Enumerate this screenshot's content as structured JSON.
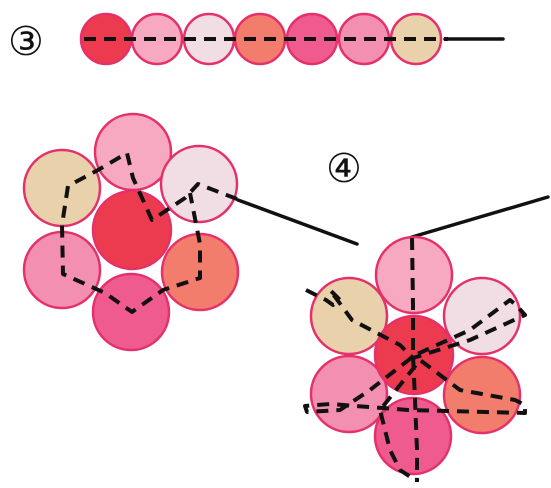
{
  "steps": {
    "step3": {
      "label": "③"
    },
    "step4": {
      "label": "④"
    }
  },
  "colors": {
    "red": "#ec3b4e",
    "light_pink": "#f6a9c0",
    "pale_pink": "#f1dde4",
    "coral": "#f27d6d",
    "hot_pink": "#ef5b8f",
    "pink": "#f38fb0",
    "beige": "#e8d1ab",
    "bead_stroke": "#e5316a",
    "thread": "#111111"
  },
  "strand_beads": [
    "red",
    "light_pink",
    "pale_pink",
    "coral",
    "hot_pink",
    "pink",
    "beige"
  ],
  "flower_step3": {
    "center": "red",
    "petals": [
      "light_pink",
      "pale_pink",
      "coral",
      "hot_pink",
      "pink",
      "beige"
    ]
  },
  "flower_step4": {
    "center": "red",
    "petals": [
      "light_pink",
      "pale_pink",
      "coral",
      "hot_pink",
      "pink",
      "beige"
    ]
  }
}
